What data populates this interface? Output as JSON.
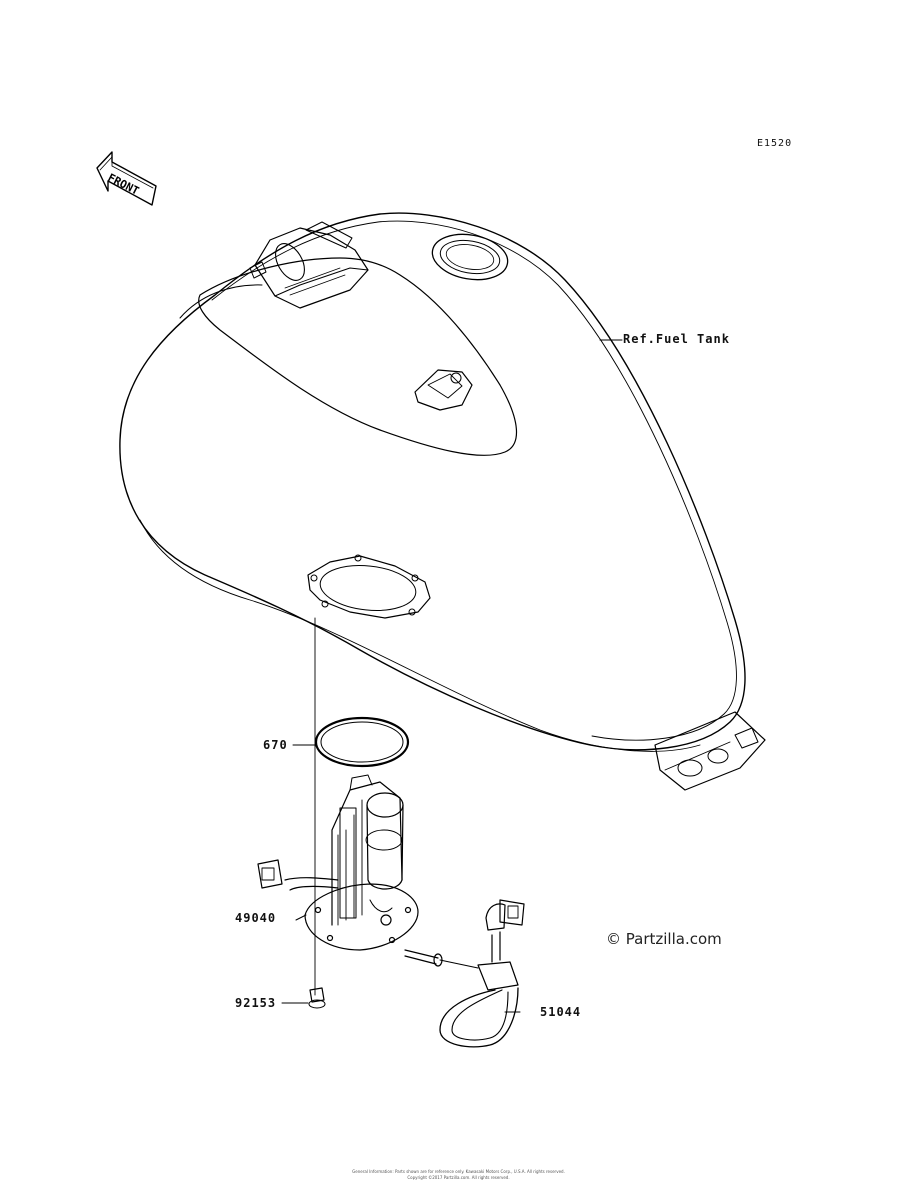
{
  "diagram_code": "E1520",
  "front_label": "FRONT",
  "ref_fuel_tank": "Ref.Fuel Tank",
  "parts": {
    "o_ring": "670",
    "fuel_pump": "49040",
    "bolt": "92153",
    "hose_assy": "51044"
  },
  "watermark": "© Partzilla.com",
  "footer": {
    "line1": "General Information: Parts shown are for reference only. Kawasaki Motors Corp., U.S.A. All rights reserved.",
    "line2": "Copyright ©2017 Partzilla.com. All rights reserved."
  }
}
